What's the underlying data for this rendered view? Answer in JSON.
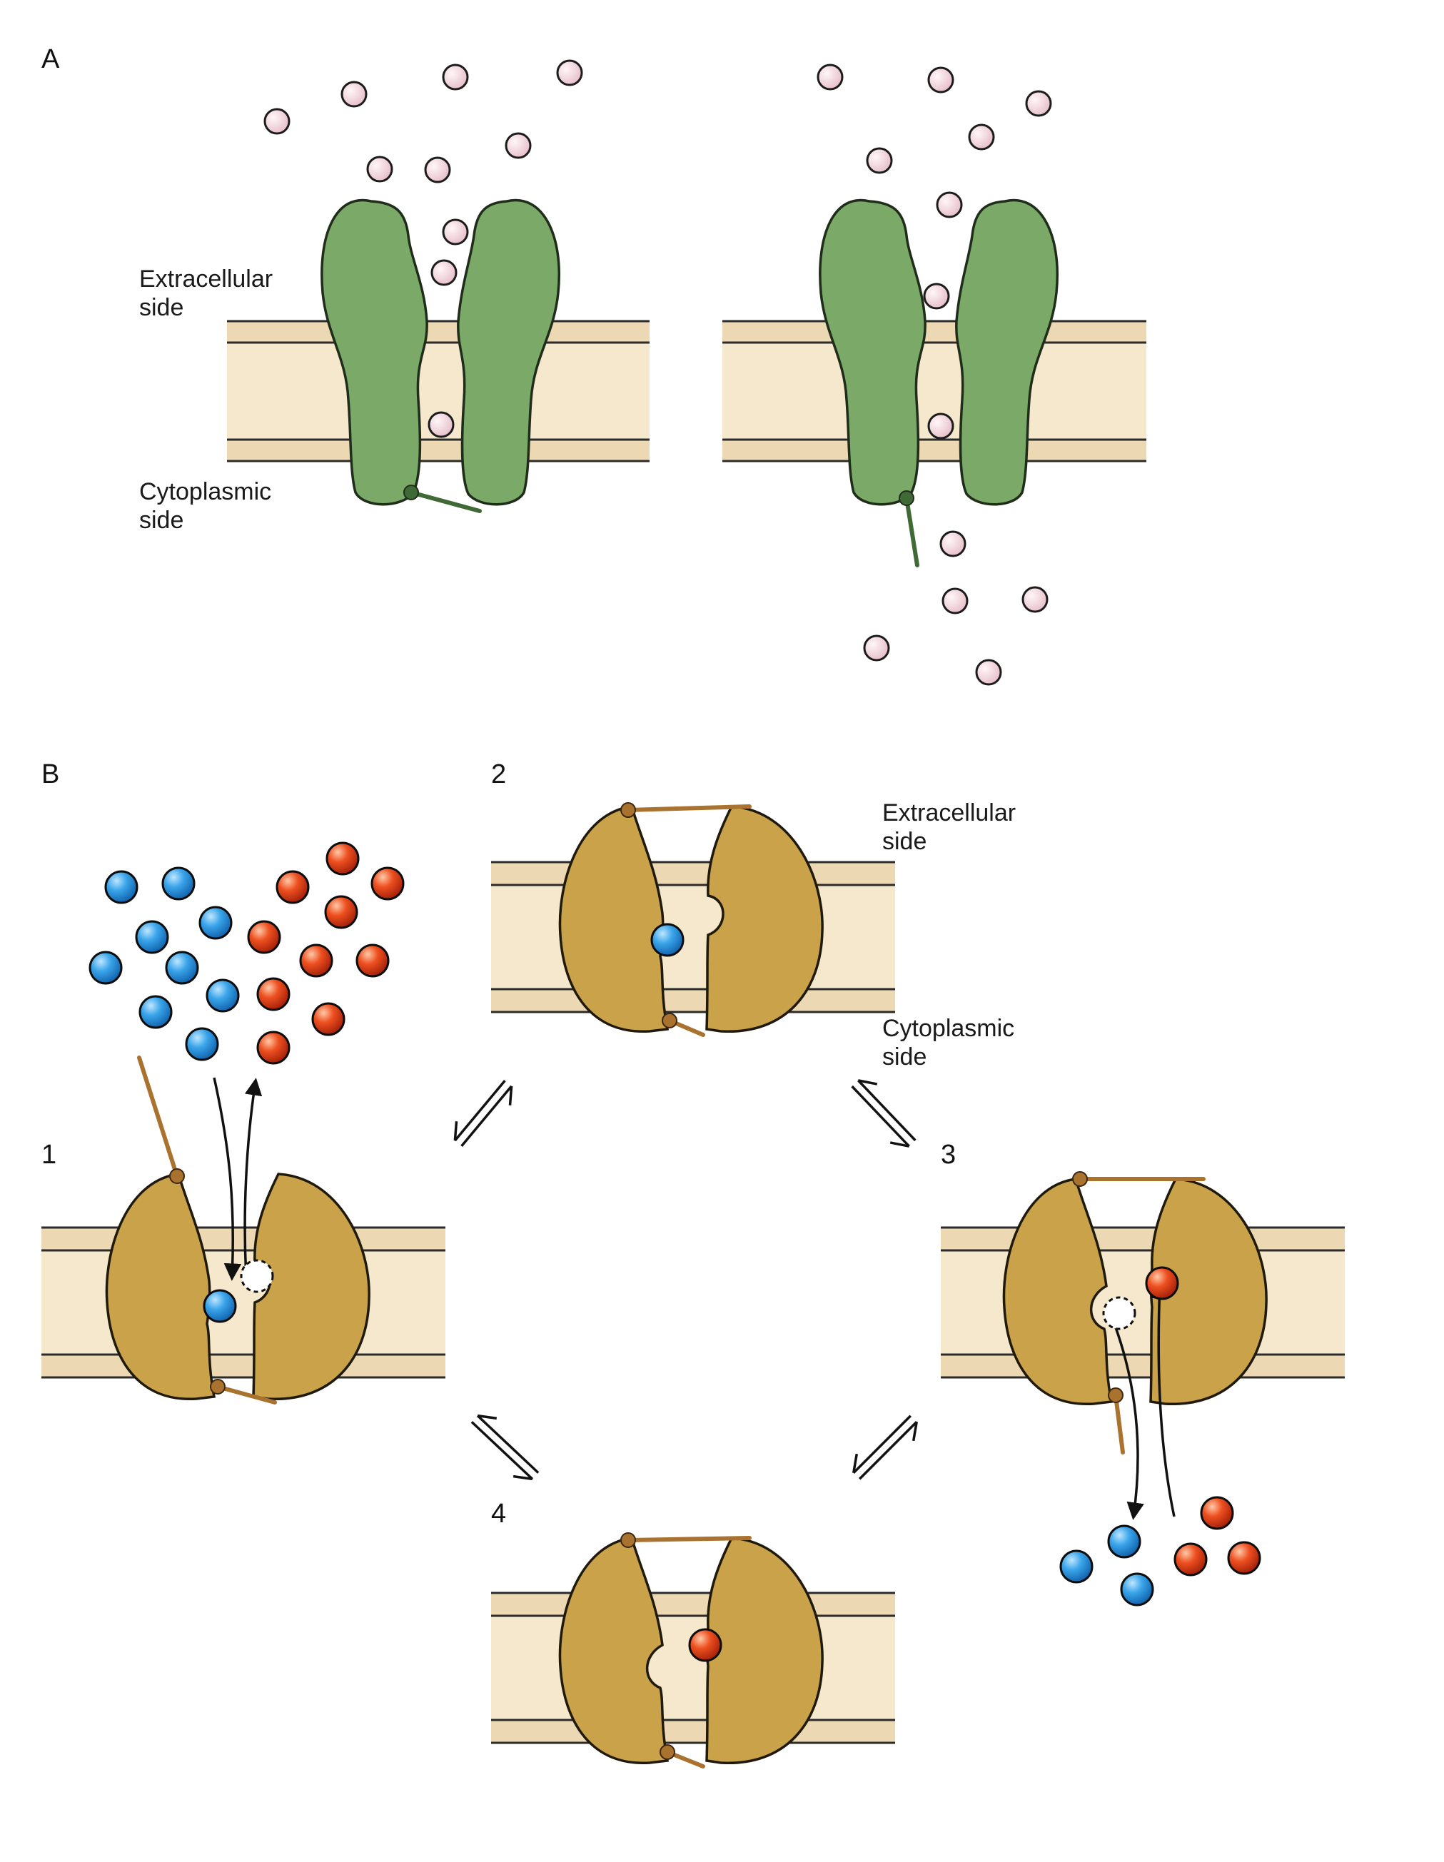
{
  "panel_a": {
    "label": "A",
    "extracellular_label": [
      "Extracellular",
      "side"
    ],
    "cytoplasmic_label": [
      "Cytoplasmic",
      "side"
    ]
  },
  "panel_b": {
    "label": "B",
    "extracellular_label": [
      "Extracellular",
      "side"
    ],
    "cytoplasmic_label": [
      "Cytoplasmic",
      "side"
    ],
    "state_labels": [
      "1",
      "2",
      "3",
      "4"
    ]
  },
  "colors": {
    "membrane_fill": "#f5e8cc",
    "membrane_line": "#2b2b2b",
    "channel_green": "#7aa968",
    "channel_green_dark": "#3f6a35",
    "transporter_gold": "#c9a24a",
    "transporter_dark": "#8c6a22",
    "ion_pink": "#f2d6de",
    "ion_blue": "#2f9ae0",
    "ion_red": "#e0401c"
  }
}
